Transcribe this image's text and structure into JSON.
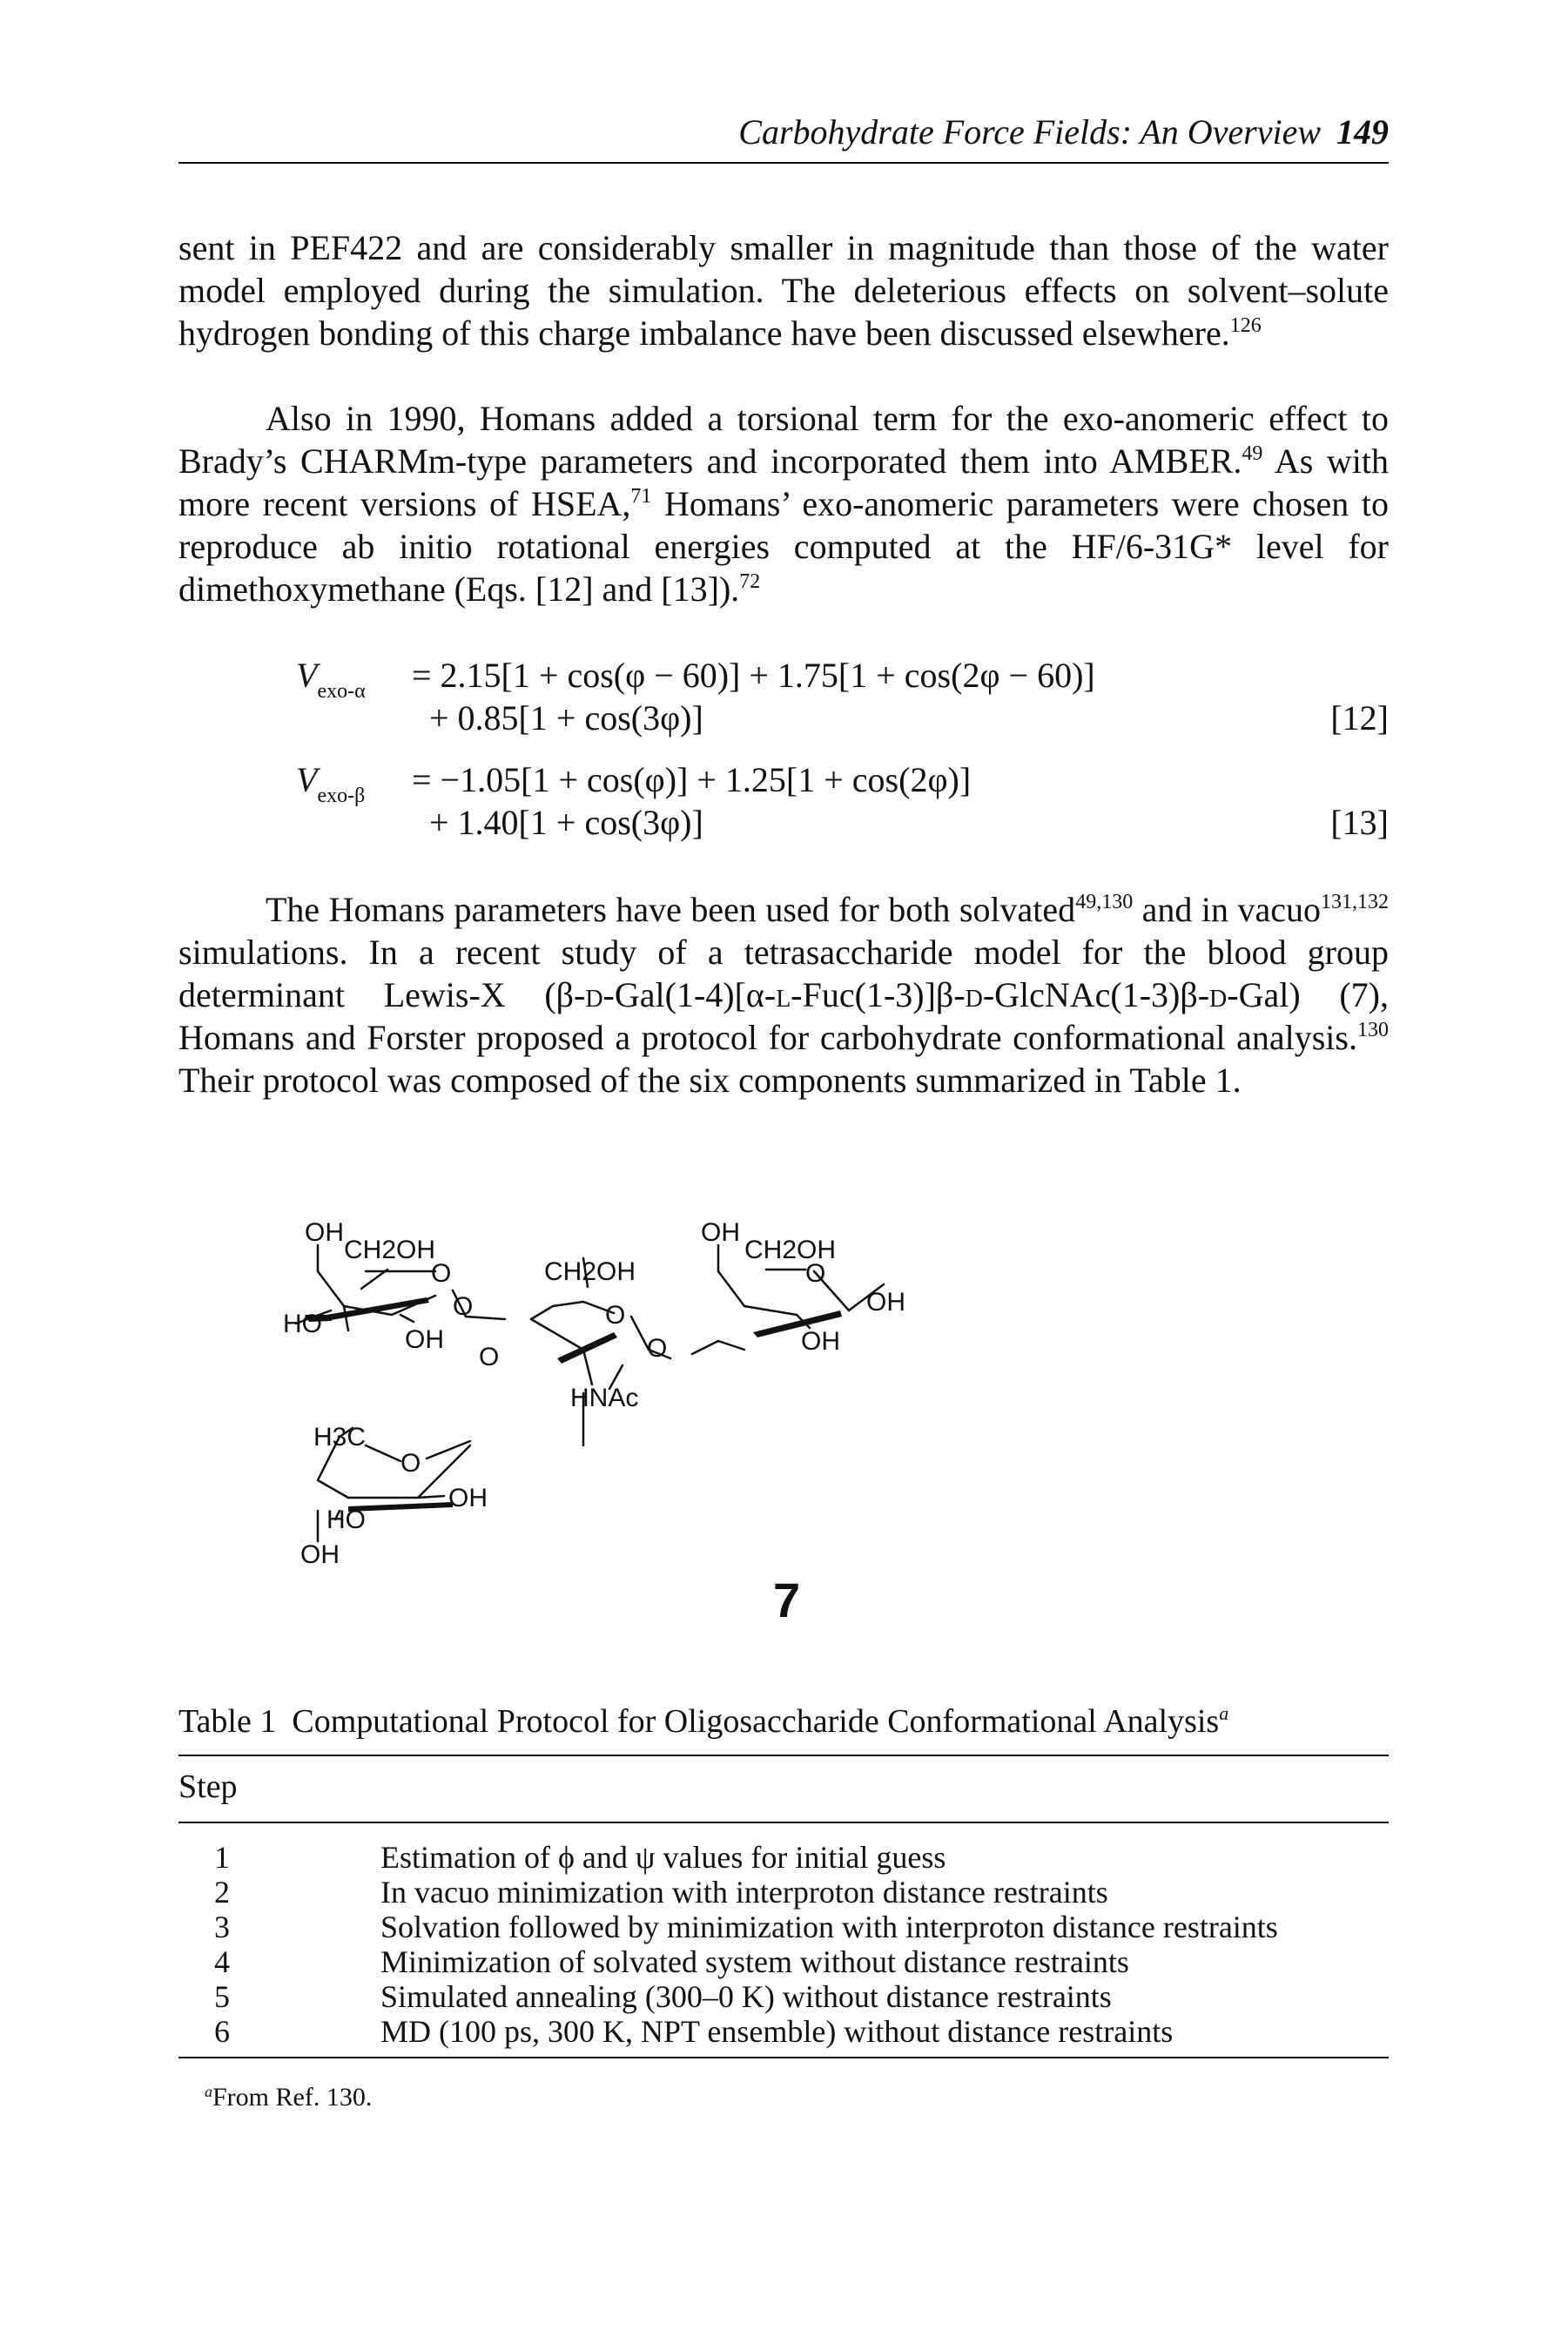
{
  "header": {
    "running_title": "Carbohydrate Force Fields: An Overview",
    "page_number": "149"
  },
  "paragraphs": {
    "p1": {
      "a": "sent in PEF422 and are considerably smaller in magnitude than those of the water model employed during the simulation. The deleterious effects on solvent–solute hydrogen bonding of this charge imbalance have been discussed elsewhere.",
      "ref": "126"
    },
    "p2": {
      "a": "Also in 1990, Homans added a torsional term for the exo-anomeric effect to Brady’s CHARMm-type parameters and incorporated them into AMBER.",
      "ref1": "49",
      "b": " As with more recent versions of HSEA,",
      "ref2": "71",
      "c": " Homans’ exo-anomeric parameters were chosen to reproduce ab initio rotational energies computed at the HF/6-31G* level for dimethoxymethane (Eqs. [12] and [13]).",
      "ref3": "72"
    },
    "p3": {
      "a": "The Homans parameters have been used for both solvated",
      "ref1": "49,130",
      "b": " and in vacuo",
      "ref2": "131,132",
      "c": " simulations. In a recent study of a tetrasaccharide model for the blood group determinant Lewis-X (β-",
      "d1": "d",
      "e": "-Gal(1-4)[α-",
      "l1": "l",
      "f": "-Fuc(1-3)]β-",
      "d2": "d",
      "g": "-GlcNAc(1-3)β-",
      "d3": "d",
      "h": "-Gal) (7), Homans and Forster proposed a protocol for carbohydrate conformational analysis.",
      "ref3": "130",
      "i": " Their protocol was composed of the six components summarized in Table 1."
    }
  },
  "equations": [
    {
      "lhs_symbol": "V",
      "lhs_sub": "exo-α",
      "line1": "= 2.15[1 + cos(φ − 60)] + 1.75[1 + cos(2φ − 60)]",
      "line2": "+ 0.85[1 + cos(3φ)]",
      "number": "[12]"
    },
    {
      "lhs_symbol": "V",
      "lhs_sub": "exo-β",
      "line1": "= −1.05[1 + cos(φ)] + 1.25[1 + cos(2φ)]",
      "line2": "+ 1.40[1 + cos(3φ)]",
      "number": "[13]"
    }
  ],
  "figure": {
    "label": "7",
    "atoms": {
      "oh_top1": "OH",
      "ch2oh_1": "CH2OH",
      "ring_o1": "O",
      "ho_left": "HO",
      "oh_1": "OH",
      "link_o1": "O",
      "ch2oh_2": "CH2OH",
      "ring_o2": "O",
      "link_o2": "O",
      "hnac": "HNAc",
      "link_o3": "O",
      "oh_top3": "OH",
      "ch2oh_3": "CH2OH",
      "ring_o3": "O",
      "oh_right": "OH",
      "oh_3": "OH",
      "h3c": "H3C",
      "ring_o4": "O",
      "oh_4": "OH",
      "ho_4": "HO",
      "oh_bottom": "OH"
    }
  },
  "table": {
    "label": "Table 1",
    "caption": "Computational Protocol for Oligosaccharide Conformational Analysis",
    "caption_note_mark": "a",
    "column_header": "Step",
    "rows": [
      {
        "step": "1",
        "description": "Estimation of ϕ and ψ values for initial guess"
      },
      {
        "step": "2",
        "description": "In vacuo minimization with interproton distance restraints"
      },
      {
        "step": "3",
        "description": "Solvation followed by minimization with interproton distance restraints"
      },
      {
        "step": "4",
        "description": "Minimization of solvated system without distance restraints"
      },
      {
        "step": "5",
        "description": "Simulated annealing (300–0 K) without distance restraints"
      },
      {
        "step": "6",
        "description": "MD (100 ps, 300 K, NPT ensemble) without distance restraints"
      }
    ],
    "footnote_mark": "a",
    "footnote": "From Ref. 130."
  }
}
